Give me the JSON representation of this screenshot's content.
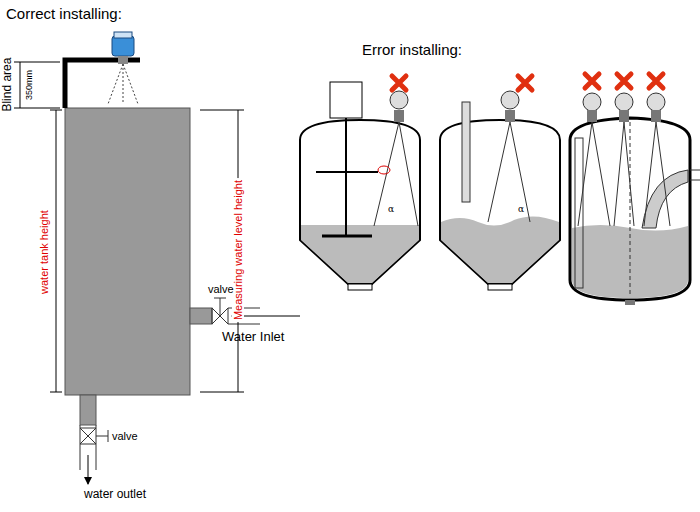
{
  "diagram": {
    "labels": [
      "Correct installing:",
      "Blind area",
      "350mm",
      "water tank height",
      "Measuring water level height",
      "valve",
      "Water Inlet",
      "valve",
      "water outlet",
      "Error installing:"
    ]
  }
}
